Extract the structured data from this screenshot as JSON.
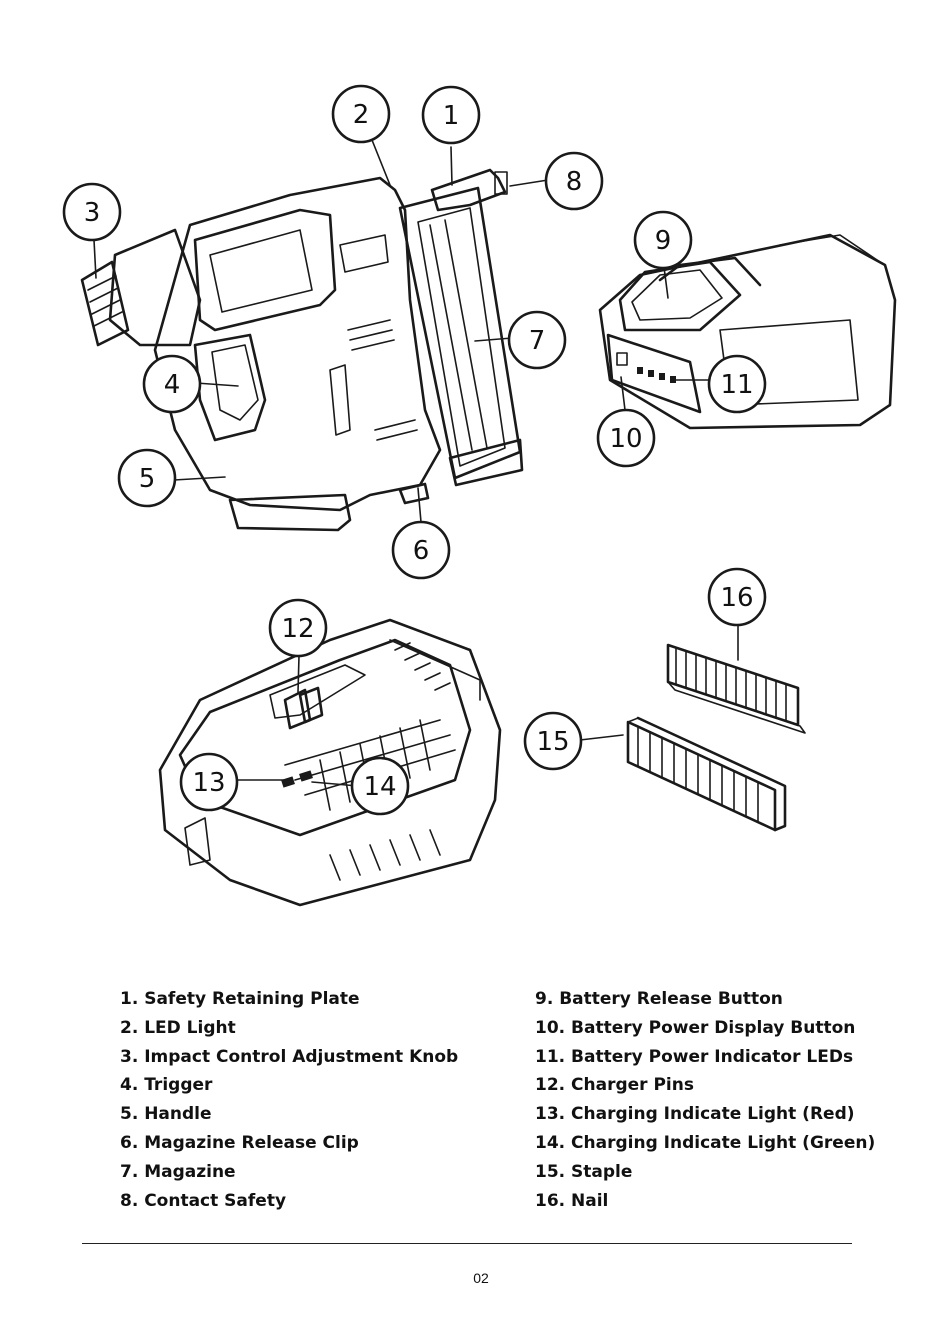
{
  "callouts": {
    "c1": "1",
    "c2": "2",
    "c3": "3",
    "c4": "4",
    "c5": "5",
    "c6": "6",
    "c7": "7",
    "c8": "8",
    "c9": "9",
    "c10": "10",
    "c11": "11",
    "c12": "12",
    "c13": "13",
    "c14": "14",
    "c15": "15",
    "c16": "16"
  },
  "parts_left": [
    "1. Safety Retaining Plate",
    "2. LED Light",
    "3. Impact Control Adjustment Knob",
    "4. Trigger",
    "5. Handle",
    "6. Magazine Release Clip",
    "7. Magazine",
    "8. Contact Safety"
  ],
  "parts_right": [
    "9. Battery Release Button",
    "10. Battery Power Display Button",
    "11. Battery Power Indicator LEDs",
    "12. Charger Pins",
    "13. Charging Indicate Light (Red)",
    "14. Charging Indicate Light  (Green)",
    "15. Staple",
    "16. Nail"
  ],
  "page_number": "02"
}
